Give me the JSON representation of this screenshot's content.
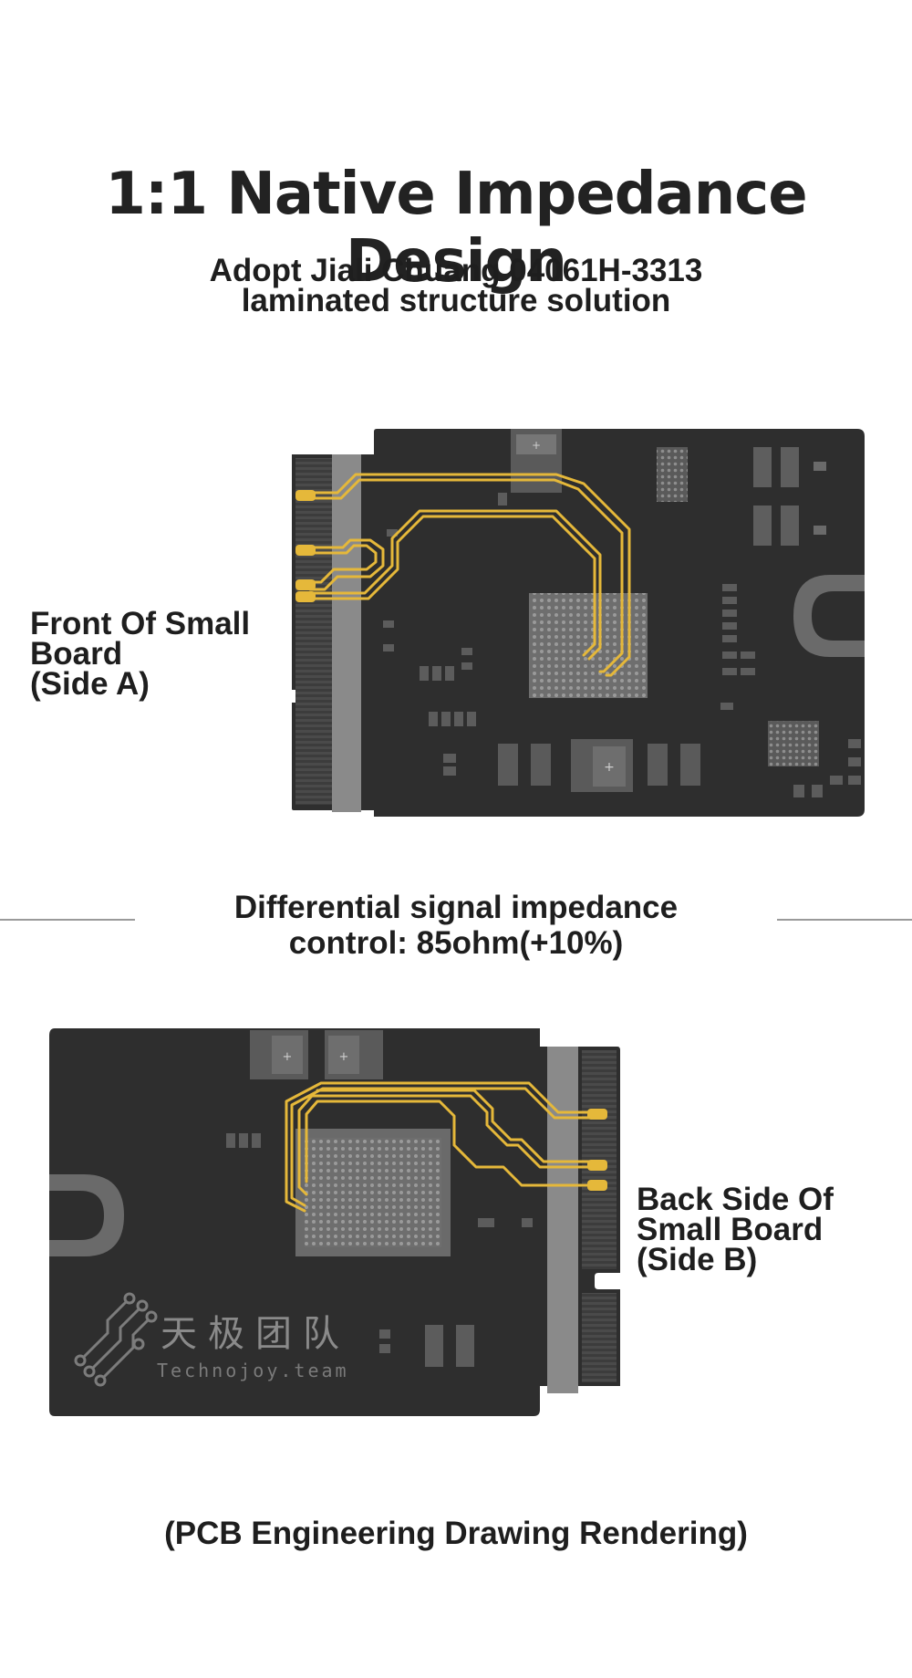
{
  "header": {
    "title": "1:1 Native Impedance Design",
    "subtitle_line1": "Adopt Jiali Chuang 04061H-3313",
    "subtitle_line2": "laminated structure solution"
  },
  "front_board": {
    "label_line1": "Front Of Small",
    "label_line2": "Board",
    "label_line3": "(Side A)"
  },
  "impedance": {
    "line1": "Differential signal impedance",
    "line2": "control: 85ohm(+10%)"
  },
  "back_board": {
    "label_line1": "Back Side Of",
    "label_line2": "Small Board",
    "label_line3": "(Side B)",
    "watermark_cn": "天极团队",
    "watermark_en": "Technojoy.team"
  },
  "footer": {
    "caption": "(PCB Engineering Drawing Rendering)"
  },
  "colors": {
    "board": "#2e2e2e",
    "trace": "#e5b83a",
    "strip": "#8a8a8a"
  },
  "icons": [
    "circuit-logo-icon"
  ]
}
